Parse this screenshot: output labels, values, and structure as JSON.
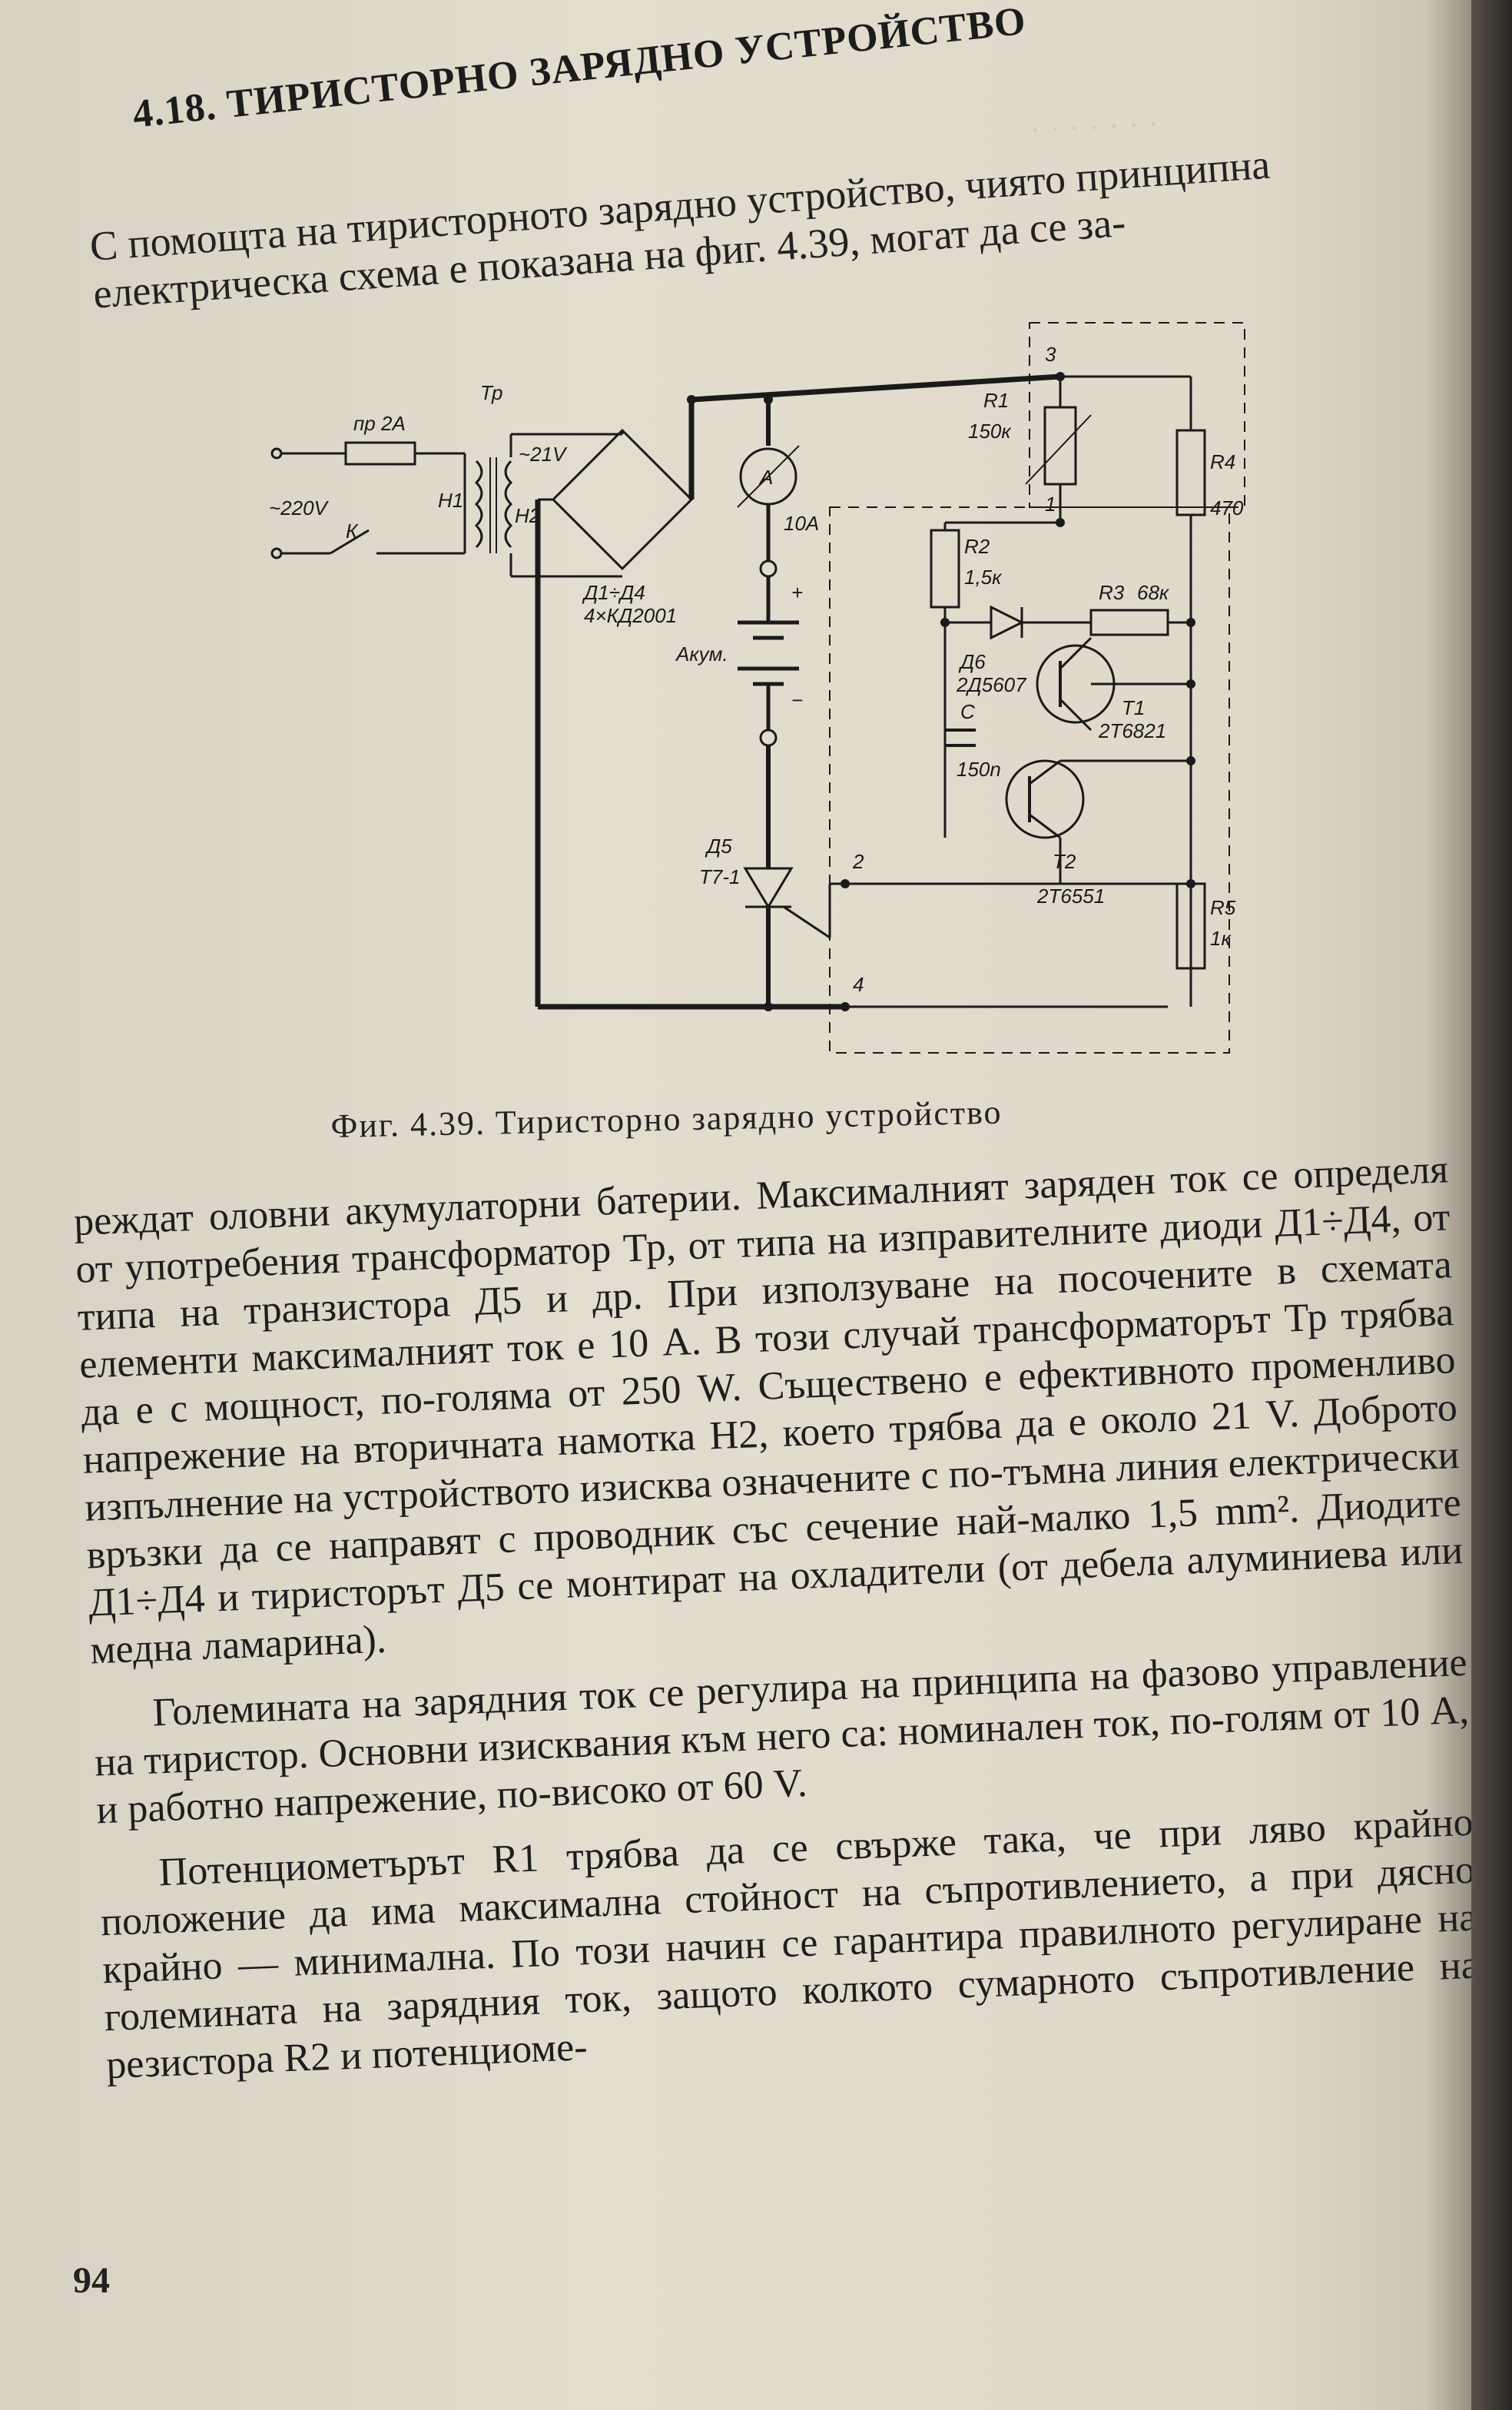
{
  "section_heading": "4.18. ТИРИСТОРНО ЗАРЯДНО УСТРОЙСТВО",
  "intro_paragraph": "С помощта на тиристорното зарядно устройство, чиято принципна електрическа схема е показана на фиг. 4.39, могат да се за-",
  "figure": {
    "caption": "Фиг. 4.39. Тиристорно зарядно устройство",
    "labels": {
      "fuse": "пр 2А",
      "transformer": "Тр",
      "secondary_voltage": "~21V",
      "mains": "~220V",
      "switch": "К",
      "primary_winding": "Н1",
      "secondary_winding": "Н2",
      "diodes": "Д1÷Д4",
      "diode_type": "4×КД2001",
      "ammeter": "A",
      "ammeter_range": "10A",
      "battery": "Акум.",
      "plus": "+",
      "minus": "−",
      "r1": "R1",
      "r1_value": "150к",
      "r4": "R4",
      "r4_value": "470",
      "r2": "R2",
      "r2_value": "1,5к",
      "r3": "R3",
      "r3_value": "68к",
      "d6": "Д6",
      "d6_type": "2Д5607",
      "t1": "Т1",
      "t1_type": "2Т6821",
      "cap": "С",
      "cap_value": "150n",
      "t2": "Т2",
      "t2_type": "2Т6551",
      "r5": "R5",
      "r5_value": "1к",
      "d5": "Д5",
      "d5_type": "Т7-1",
      "node1": "1",
      "node2": "2",
      "node3": "3",
      "node4": "4"
    }
  },
  "paragraphs": [
    "реждат оловни акумулаторни батерии. Максималният заряден ток се определя от употребения трансформатор Тр, от типа на изправителните диоди Д1÷Д4, от типа на транзистора Д5 и др. При използуване на посочените в схемата елементи максималният ток е 10 А. В този случай трансформаторът Тр трябва да е с мощност, по-голяма от 250 W. Съществено е ефективното променливо напрежение на вторичната намотка Н2, което трябва да е около 21 V. Доброто изпълнение на устройството изисква означените с по-тъмна линия електрически връзки да се направят с проводник със сечение най-малко 1,5 mm². Диодите Д1÷Д4 и тиристорът Д5 се монтират на охладители (от дебела алуминиева или медна ламарина).",
    "Големината на зарядния ток се регулира на принципа на фазово управление на тиристор. Основни изисквания към него са: номинален ток, по-голям от 10 А, и работно напрежение, по-високо от 60 V.",
    "Потенциометърът R1 трябва да се свърже така, че при ляво крайно положение да има максимална стойност на съпротивлението, а при дясно крайно — минимална. По този начин се гарантира правилното регулиране на големината на зарядния ток, защото колкото сумарното съпротивление на резистора R2 и потенциоме-"
  ],
  "page_number": "94"
}
